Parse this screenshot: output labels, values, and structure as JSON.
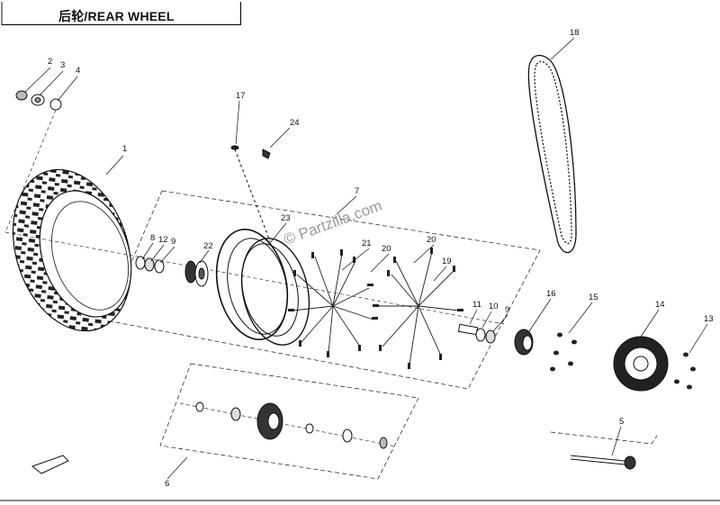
{
  "header": {
    "title": "后轮/REAR WHEEL"
  },
  "watermark": "© Partzilla.com",
  "callouts": {
    "c1": "1",
    "c2": "2",
    "c3": "3",
    "c4": "4",
    "c5": "5",
    "c6": "6",
    "c7": "7",
    "c8": "8",
    "c9a": "9",
    "c9b": "9",
    "c10": "10",
    "c11": "11",
    "c12": "12",
    "c13": "13",
    "c14": "14",
    "c15": "15",
    "c16": "16",
    "c17": "17",
    "c18": "18",
    "c19": "19",
    "c20a": "20",
    "c20b": "20",
    "c21": "21",
    "c22": "22",
    "c23": "23",
    "c24": "24"
  },
  "colors": {
    "line": "#111111",
    "watermark": "#9a9a9a",
    "background": "#ffffff"
  }
}
